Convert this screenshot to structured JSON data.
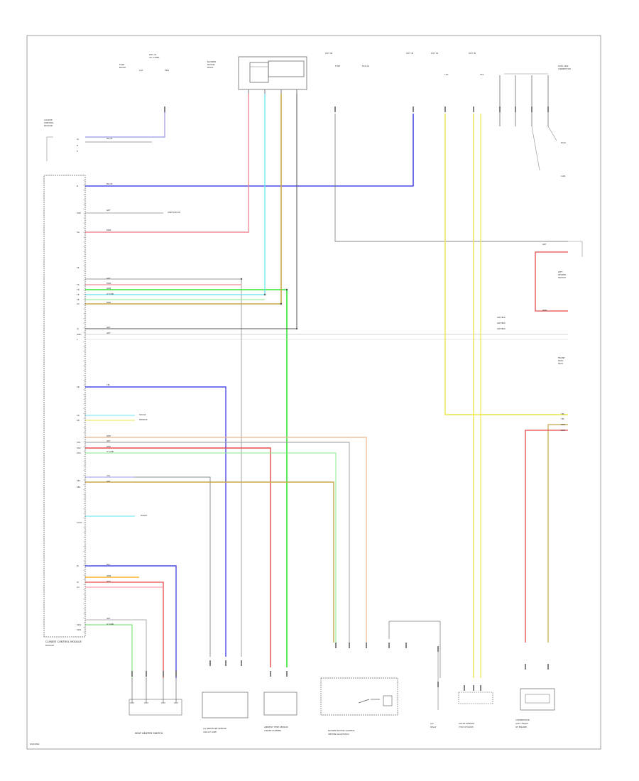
{
  "diagram_code": "W150862",
  "colors": {
    "blue": "#4a4ae8",
    "pink": "#f08c98",
    "red": "#e84a4a",
    "cyan": "#66e6ee",
    "yellow": "#e8e84a",
    "olive": "#c8a84a",
    "tan": "#e8b890",
    "gray": "#888888",
    "lightgray": "#bbbbbb",
    "green": "#33e533",
    "ltgreen": "#88e888",
    "violet": "#9898e8",
    "dark": "#555555"
  },
  "modules": {
    "ecm_label": "CLIMATE CONTROL MODULE",
    "seat_heater_switch": "SEAT HEATER SWITCH",
    "ac_pressure_sensor": "A/C PRESSURE SENSOR",
    "ambient_sensor": "AMBIENT TEMP SENSOR",
    "blower_module": "BLOWER MOTOR CONTROL",
    "ac_relay": "A/C RELAY",
    "solar_sensor": "SOLAR SENSOR",
    "compressor": "COMPRESSOR"
  }
}
